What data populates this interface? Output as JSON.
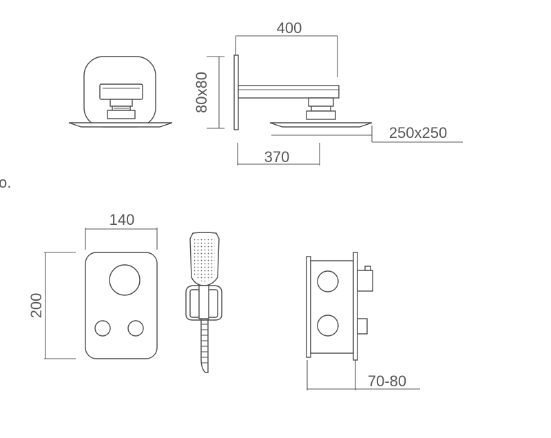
{
  "dimensions": {
    "top_length": "400",
    "head_height": "80x80",
    "plate_size": "250x250",
    "arm_length": "370",
    "valve_width": "140",
    "valve_height": "200",
    "wall_depth": "70-80"
  },
  "stray_text": "o."
}
